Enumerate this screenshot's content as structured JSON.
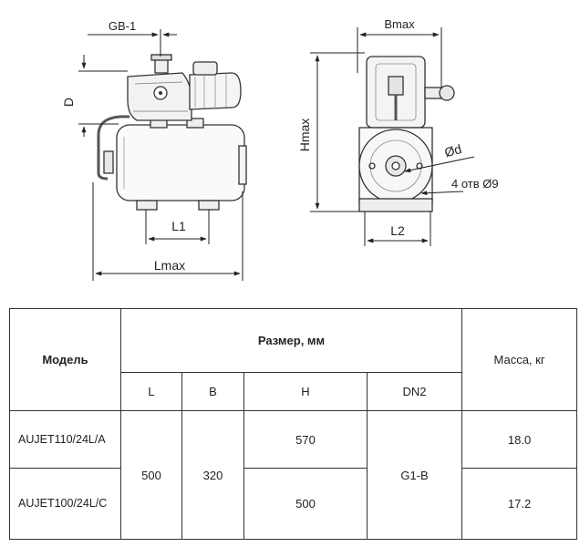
{
  "drawing": {
    "gb": "GB-1",
    "d": "D",
    "l1": "L1",
    "lmax": "Lmax",
    "bmax": "Bmax",
    "hmax": "Hmax",
    "od": "Ød",
    "holes": "4 отв Ø9",
    "l2": "L2"
  },
  "table": {
    "model_header": "Модель",
    "size_header": "Размер, мм",
    "mass_header": "Масса, кг",
    "columns": [
      "L",
      "B",
      "H",
      "DN2"
    ],
    "rows": [
      {
        "model": "AUJET110/24L/A",
        "h": "570",
        "mass": "18.0"
      },
      {
        "model": "AUJET100/24L/C",
        "h": "500",
        "mass": "17.2"
      }
    ],
    "l": "500",
    "b": "320",
    "dn2": "G1-B"
  }
}
